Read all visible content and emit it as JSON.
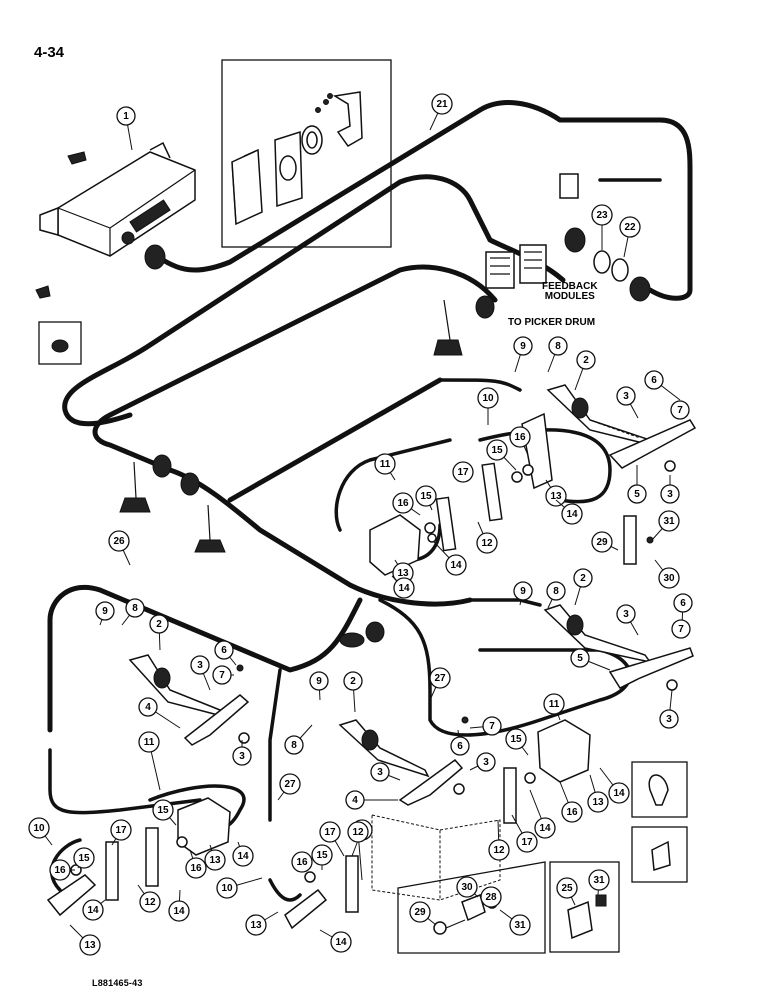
{
  "page_number": "4-34",
  "drawing_number": "L881465-43",
  "labels": {
    "feedback_modules_line1": "FEEDBACK",
    "feedback_modules_line2": "MODULES",
    "to_picker_drum": "TO PICKER DRUM"
  },
  "callouts": [
    {
      "id": "c1",
      "n": "1"
    },
    {
      "id": "c21",
      "n": "21"
    },
    {
      "id": "c23",
      "n": "23"
    },
    {
      "id": "c22",
      "n": "22"
    },
    {
      "id": "c9a",
      "n": "9"
    },
    {
      "id": "c8a",
      "n": "8"
    },
    {
      "id": "c2a",
      "n": "2"
    },
    {
      "id": "c6a",
      "n": "6"
    },
    {
      "id": "c3a",
      "n": "3"
    },
    {
      "id": "c7a",
      "n": "7"
    },
    {
      "id": "c10a",
      "n": "10"
    },
    {
      "id": "c15a",
      "n": "15"
    },
    {
      "id": "c16a",
      "n": "16"
    },
    {
      "id": "c11a",
      "n": "11"
    },
    {
      "id": "c17a",
      "n": "17"
    },
    {
      "id": "c13a",
      "n": "13"
    },
    {
      "id": "c14a",
      "n": "14"
    },
    {
      "id": "c5a",
      "n": "5"
    },
    {
      "id": "c3b",
      "n": "3"
    },
    {
      "id": "c16b",
      "n": "16"
    },
    {
      "id": "c15b",
      "n": "15"
    },
    {
      "id": "c12a",
      "n": "12"
    },
    {
      "id": "c14b",
      "n": "14"
    },
    {
      "id": "c13b",
      "n": "13"
    },
    {
      "id": "c14c",
      "n": "14"
    },
    {
      "id": "c31a",
      "n": "31"
    },
    {
      "id": "c29a",
      "n": "29"
    },
    {
      "id": "c30a",
      "n": "30"
    },
    {
      "id": "c26",
      "n": "26"
    },
    {
      "id": "c9b",
      "n": "9"
    },
    {
      "id": "c8b",
      "n": "8"
    },
    {
      "id": "c2b",
      "n": "2"
    },
    {
      "id": "c6b",
      "n": "6"
    },
    {
      "id": "c3c",
      "n": "3"
    },
    {
      "id": "c7b",
      "n": "7"
    },
    {
      "id": "c9c",
      "n": "9"
    },
    {
      "id": "c8c",
      "n": "8"
    },
    {
      "id": "c2c",
      "n": "2"
    },
    {
      "id": "c3d",
      "n": "3"
    },
    {
      "id": "c6c",
      "n": "6"
    },
    {
      "id": "c7c",
      "n": "7"
    },
    {
      "id": "c5b",
      "n": "5"
    },
    {
      "id": "c3e",
      "n": "3"
    },
    {
      "id": "c4a",
      "n": "4"
    },
    {
      "id": "c3f",
      "n": "3"
    },
    {
      "id": "c9d",
      "n": "9"
    },
    {
      "id": "c8d",
      "n": "8"
    },
    {
      "id": "c2d",
      "n": "2"
    },
    {
      "id": "c27a",
      "n": "27"
    },
    {
      "id": "c11b",
      "n": "11"
    },
    {
      "id": "c7d",
      "n": "7"
    },
    {
      "id": "c6d",
      "n": "6"
    },
    {
      "id": "c3g",
      "n": "3"
    },
    {
      "id": "c3h",
      "n": "3"
    },
    {
      "id": "c4b",
      "n": "4"
    },
    {
      "id": "c15c",
      "n": "15"
    },
    {
      "id": "c16c",
      "n": "16"
    },
    {
      "id": "c13c",
      "n": "13"
    },
    {
      "id": "c14d",
      "n": "14"
    },
    {
      "id": "c17b",
      "n": "17"
    },
    {
      "id": "c14e",
      "n": "14"
    },
    {
      "id": "c12b",
      "n": "12"
    },
    {
      "id": "c17c",
      "n": "17"
    },
    {
      "id": "c11c",
      "n": "11"
    },
    {
      "id": "c27b",
      "n": "27"
    },
    {
      "id": "c10b",
      "n": "10"
    },
    {
      "id": "c16d",
      "n": "16"
    },
    {
      "id": "c15d",
      "n": "15"
    },
    {
      "id": "c17d",
      "n": "17"
    },
    {
      "id": "c15e",
      "n": "15"
    },
    {
      "id": "c16e",
      "n": "16"
    },
    {
      "id": "c13d",
      "n": "13"
    },
    {
      "id": "c14f",
      "n": "14"
    },
    {
      "id": "c12c",
      "n": "12"
    },
    {
      "id": "c14g",
      "n": "14"
    },
    {
      "id": "c14h",
      "n": "14"
    },
    {
      "id": "c13e",
      "n": "13"
    },
    {
      "id": "c10c",
      "n": "10"
    },
    {
      "id": "c16f",
      "n": "16"
    },
    {
      "id": "c15f",
      "n": "15"
    },
    {
      "id": "c17e",
      "n": "17"
    },
    {
      "id": "c12d",
      "n": "12"
    },
    {
      "id": "c13f",
      "n": "13"
    },
    {
      "id": "c14i",
      "n": "14"
    },
    {
      "id": "c30b",
      "n": "30"
    },
    {
      "id": "c28",
      "n": "28"
    },
    {
      "id": "c29b",
      "n": "29"
    },
    {
      "id": "c31b",
      "n": "31"
    },
    {
      "id": "c25",
      "n": "25"
    },
    {
      "id": "c31c",
      "n": "31"
    }
  ]
}
